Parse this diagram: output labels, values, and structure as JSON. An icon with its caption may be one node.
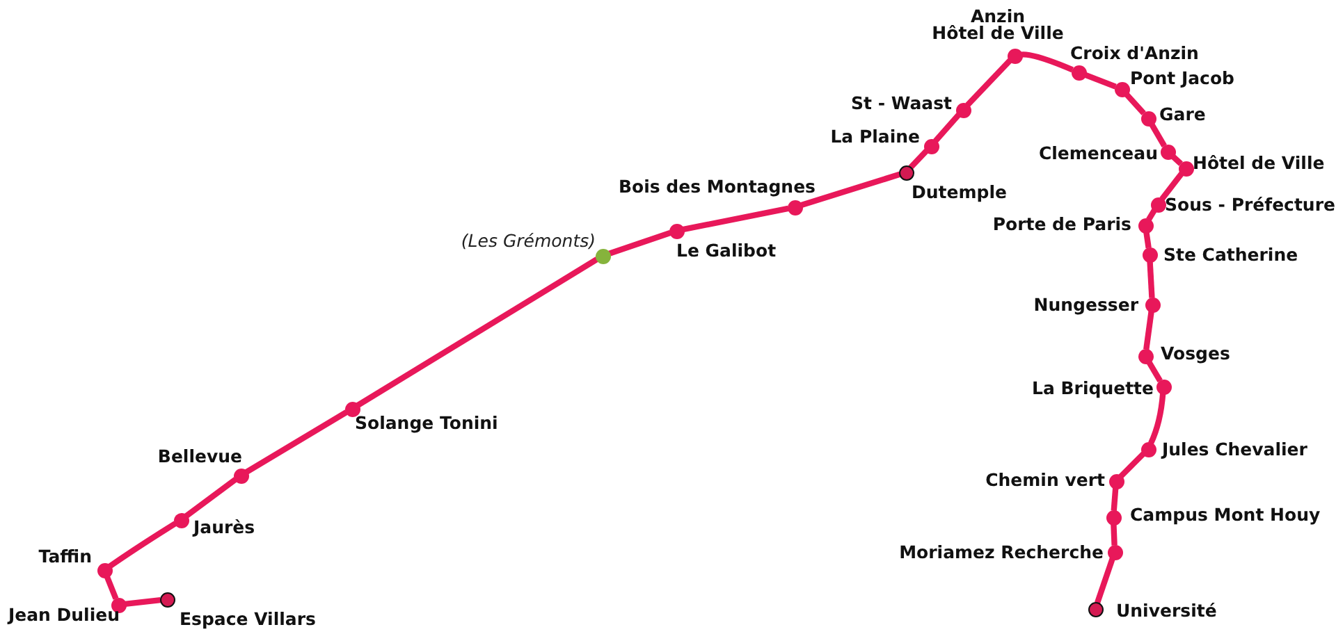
{
  "diagram": {
    "nodes": [
      {
        "text": [],
        "shape": "circle",
        "beside": [
          "Espace Villars"
        ]
      },
      {
        "text": [],
        "shape": "circle",
        "beside": [
          "Jean Dulieu"
        ]
      },
      {
        "text": [],
        "shape": "circle",
        "beside": [
          "Taffin"
        ]
      },
      {
        "text": [],
        "shape": "circle",
        "beside": [
          "Jaurès"
        ]
      },
      {
        "text": [],
        "shape": "circle",
        "beside": [
          "Bellevue"
        ]
      },
      {
        "text": [],
        "shape": "circle",
        "beside": [
          "Solange Tonini"
        ]
      },
      {
        "text": [],
        "shape": "circle",
        "beside": [
          "(Les Grémonts)"
        ]
      },
      {
        "text": [],
        "shape": "circle",
        "beside": [
          "Le Galibot"
        ]
      },
      {
        "text": [],
        "shape": "circle",
        "beside": [
          "Bois des Montagnes"
        ]
      },
      {
        "text": [],
        "shape": "circle",
        "beside": [
          "Dutemple"
        ]
      },
      {
        "text": [],
        "shape": "circle",
        "beside": [
          "La Plaine"
        ]
      },
      {
        "text": [],
        "shape": "circle",
        "beside": [
          "St - Waast"
        ]
      },
      {
        "text": [],
        "shape": "circle",
        "beside": [
          "Anzin Hôtel de Ville"
        ]
      },
      {
        "text": [],
        "shape": "circle",
        "beside": [
          "Croix d'Anzin"
        ]
      },
      {
        "text": [],
        "shape": "circle",
        "beside": [
          "Pont Jacob"
        ]
      },
      {
        "text": [],
        "shape": "circle",
        "beside": [
          "Gare"
        ]
      },
      {
        "text": [],
        "shape": "circle",
        "beside": [
          "Clemenceau"
        ]
      },
      {
        "text": [],
        "shape": "circle",
        "beside": [
          "Hôtel de Ville"
        ]
      },
      {
        "text": [],
        "shape": "circle",
        "beside": [
          "Sous - Préfecture"
        ]
      },
      {
        "text": [],
        "shape": "circle",
        "beside": [
          "Porte de Paris"
        ]
      },
      {
        "text": [],
        "shape": "circle",
        "beside": [
          "Ste Catherine"
        ]
      },
      {
        "text": [],
        "shape": "circle",
        "beside": [
          "Nungesser"
        ]
      },
      {
        "text": [],
        "shape": "circle",
        "beside": [
          "Vosges"
        ]
      },
      {
        "text": [],
        "shape": "circle",
        "beside": [
          "La Briquette"
        ]
      },
      {
        "text": [],
        "shape": "circle",
        "beside": [
          "Jules Chevalier"
        ]
      },
      {
        "text": [],
        "shape": "circle",
        "beside": [
          "Chemin vert"
        ]
      },
      {
        "text": [],
        "shape": "circle",
        "beside": [
          "Campus Mont Houy"
        ]
      },
      {
        "text": [],
        "shape": "circle",
        "beside": [
          "Moriamez Recherche"
        ]
      },
      {
        "text": [],
        "shape": "circle",
        "beside": [
          "Université"
        ]
      }
    ],
    "edges": [
      {
        "from": 0,
        "to": 1,
        "arrow": "none"
      },
      {
        "from": 1,
        "to": 2,
        "arrow": "none"
      },
      {
        "from": 2,
        "to": 3,
        "arrow": "none"
      },
      {
        "from": 3,
        "to": 4,
        "arrow": "none"
      },
      {
        "from": 4,
        "to": 5,
        "arrow": "none"
      },
      {
        "from": 5,
        "to": 6,
        "arrow": "none"
      },
      {
        "from": 6,
        "to": 7,
        "arrow": "none"
      },
      {
        "from": 7,
        "to": 8,
        "arrow": "none"
      },
      {
        "from": 8,
        "to": 9,
        "arrow": "none"
      },
      {
        "from": 9,
        "to": 10,
        "arrow": "none"
      },
      {
        "from": 10,
        "to": 11,
        "arrow": "none"
      },
      {
        "from": 11,
        "to": 12,
        "arrow": "none"
      },
      {
        "from": 12,
        "to": 13,
        "arrow": "none"
      },
      {
        "from": 13,
        "to": 14,
        "arrow": "none"
      },
      {
        "from": 14,
        "to": 15,
        "arrow": "none"
      },
      {
        "from": 15,
        "to": 16,
        "arrow": "none"
      },
      {
        "from": 16,
        "to": 17,
        "arrow": "none"
      },
      {
        "from": 17,
        "to": 18,
        "arrow": "none"
      },
      {
        "from": 18,
        "to": 19,
        "arrow": "none"
      },
      {
        "from": 19,
        "to": 20,
        "arrow": "none"
      },
      {
        "from": 20,
        "to": 21,
        "arrow": "none"
      },
      {
        "from": 21,
        "to": 22,
        "arrow": "none"
      },
      {
        "from": 22,
        "to": 23,
        "arrow": "none"
      },
      {
        "from": 23,
        "to": 24,
        "arrow": "none"
      },
      {
        "from": 24,
        "to": 25,
        "arrow": "none"
      },
      {
        "from": 25,
        "to": 26,
        "arrow": "none"
      },
      {
        "from": 26,
        "to": 27,
        "arrow": "none"
      },
      {
        "from": 27,
        "to": 28,
        "arrow": "none"
      }
    ]
  }
}
